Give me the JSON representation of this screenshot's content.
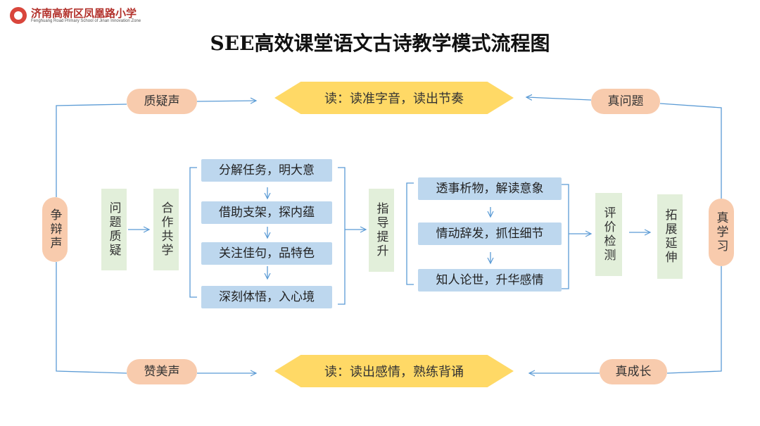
{
  "header": {
    "school_name": "济南高新区凤凰路小学",
    "school_name_en": "Fenghuang Road Primary School of Jinan Innovation Zone",
    "title": "SEE高效课堂语文古诗教学模式流程图"
  },
  "top": {
    "left_pill": "质疑声",
    "center": "读：读准字音，读出节奏",
    "right_pill": "真问题"
  },
  "bottom": {
    "left_pill": "赞美声",
    "center": "读：读出感情，熟练背诵",
    "right_pill": "真成长"
  },
  "side": {
    "left": "争辩声",
    "right": "真学习"
  },
  "steps": {
    "question": "问题质疑",
    "cooperate": "合作共学",
    "guide": "指导提升",
    "evaluate": "评价检测",
    "extend": "拓展延伸"
  },
  "cooperate_tasks": [
    "分解任务，明大意",
    "借助支架，探内蕴",
    "关注佳句，品特色",
    "深刻体悟，入心境"
  ],
  "guide_tasks": [
    "透事析物，解读意象",
    "情动辞发，抓住细节",
    "知人论世，升华感情"
  ]
}
